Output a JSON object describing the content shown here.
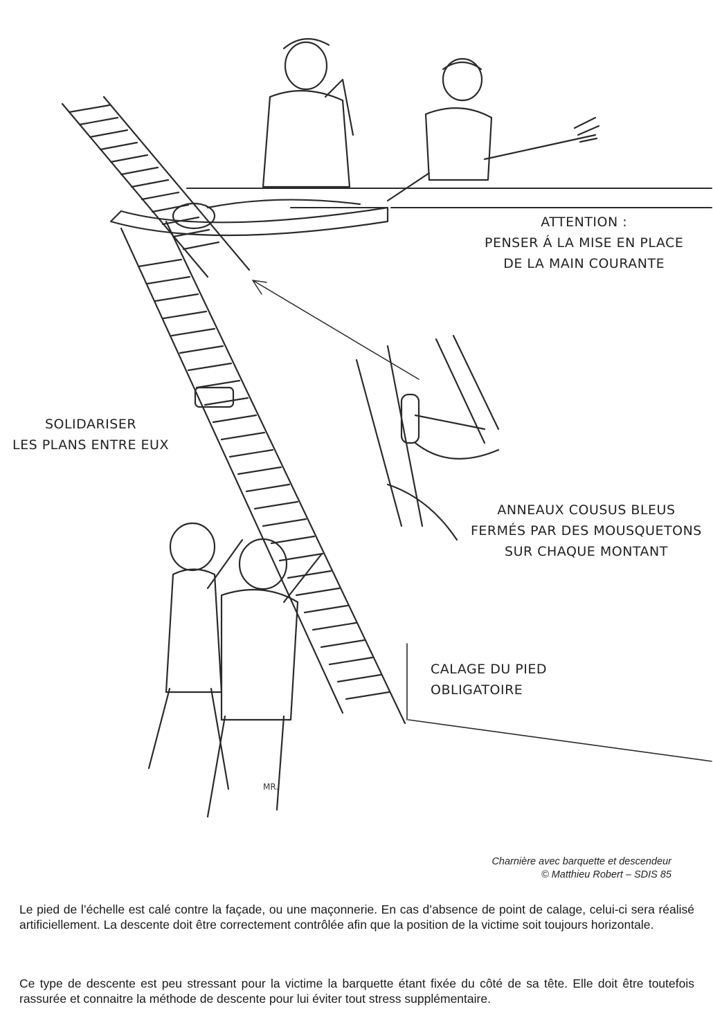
{
  "annotations": {
    "attention": [
      "Attention :",
      "penser á la mise en place",
      "de la main courante"
    ],
    "solidariser": [
      "Solidariser",
      "les plans entre eux"
    ],
    "anneaux": [
      "Anneaux cousus bleus",
      "fermés par des mousquetons",
      "sur chaque montant"
    ],
    "calage": [
      "Calage du pied",
      "obligatoire"
    ],
    "signature": "MR."
  },
  "caption": {
    "line1": "Charnière avec barquette et descendeur",
    "line2": "© Matthieu Robert – SDIS 85"
  },
  "paragraphs": [
    "Le pied de l’échelle est calé contre la façade, ou une maçonnerie. En cas d’absence de point de calage, celui-ci sera réalisé artificiellement. La descente doit être correctement contrôlée afin que la position de la victime soit toujours horizontale.",
    "Ce type de descente est peu stressant pour la victime la barquette étant fixée du côté de sa tête. Elle doit être toutefois rassurée et connaitre la méthode de descente pour lui éviter tout stress supplémentaire."
  ]
}
